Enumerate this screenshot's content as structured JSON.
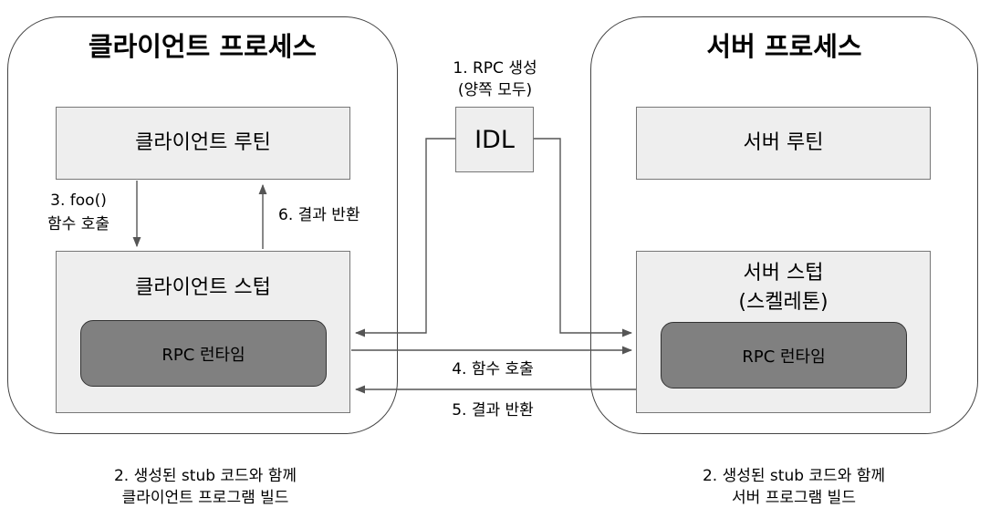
{
  "client_process": {
    "title": "클라이언트 프로세스",
    "routine": "클라이언트 루틴",
    "stub": "클라이언트 스텁",
    "runtime": "RPC 런타임",
    "call_label_1": "3. foo()",
    "call_label_2": "함수 호출",
    "return_label": "6. 결과 반환",
    "build_line1": "2. 생성된 stub 코드와 함께",
    "build_line2": "클라이언트 프로그램 빌드"
  },
  "server_process": {
    "title": "서버 프로세스",
    "routine": "서버 루틴",
    "stub_line1": "서버 스텁",
    "stub_line2": "(스켈레톤)",
    "runtime": "RPC 런타임",
    "build_line1": "2. 생성된 stub 코드와 함께",
    "build_line2": "서버 프로그램 빌드"
  },
  "idl": {
    "label": "IDL",
    "caption_line1": "1. RPC 생성",
    "caption_line2": "(양쪽 모두)"
  },
  "messages": {
    "call": "4. 함수 호출",
    "return": "5. 결과 반환"
  }
}
